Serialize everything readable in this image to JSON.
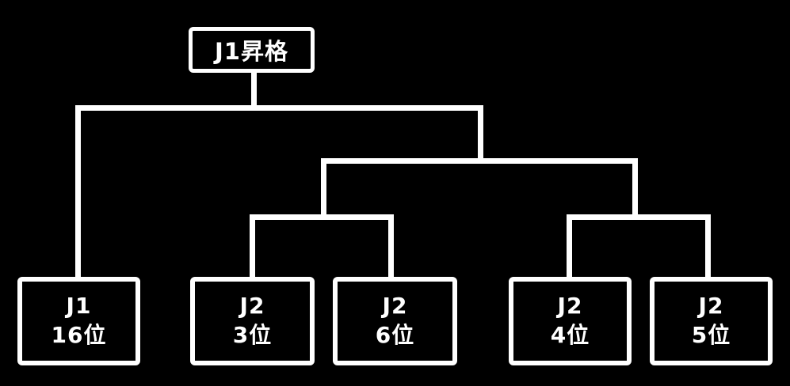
{
  "diagram": {
    "type": "tournament-bracket",
    "root_node": {
      "label": "J1昇格"
    },
    "teams": [
      {
        "league": "J1",
        "rank": "16位"
      },
      {
        "league": "J2",
        "rank": "3位"
      },
      {
        "league": "J2",
        "rank": "6位"
      },
      {
        "league": "J2",
        "rank": "4位"
      },
      {
        "league": "J2",
        "rank": "5位"
      }
    ],
    "colors": {
      "background": "#000000",
      "line": "#ffffff",
      "box_border": "#ffffff",
      "text": "#ffffff"
    }
  }
}
